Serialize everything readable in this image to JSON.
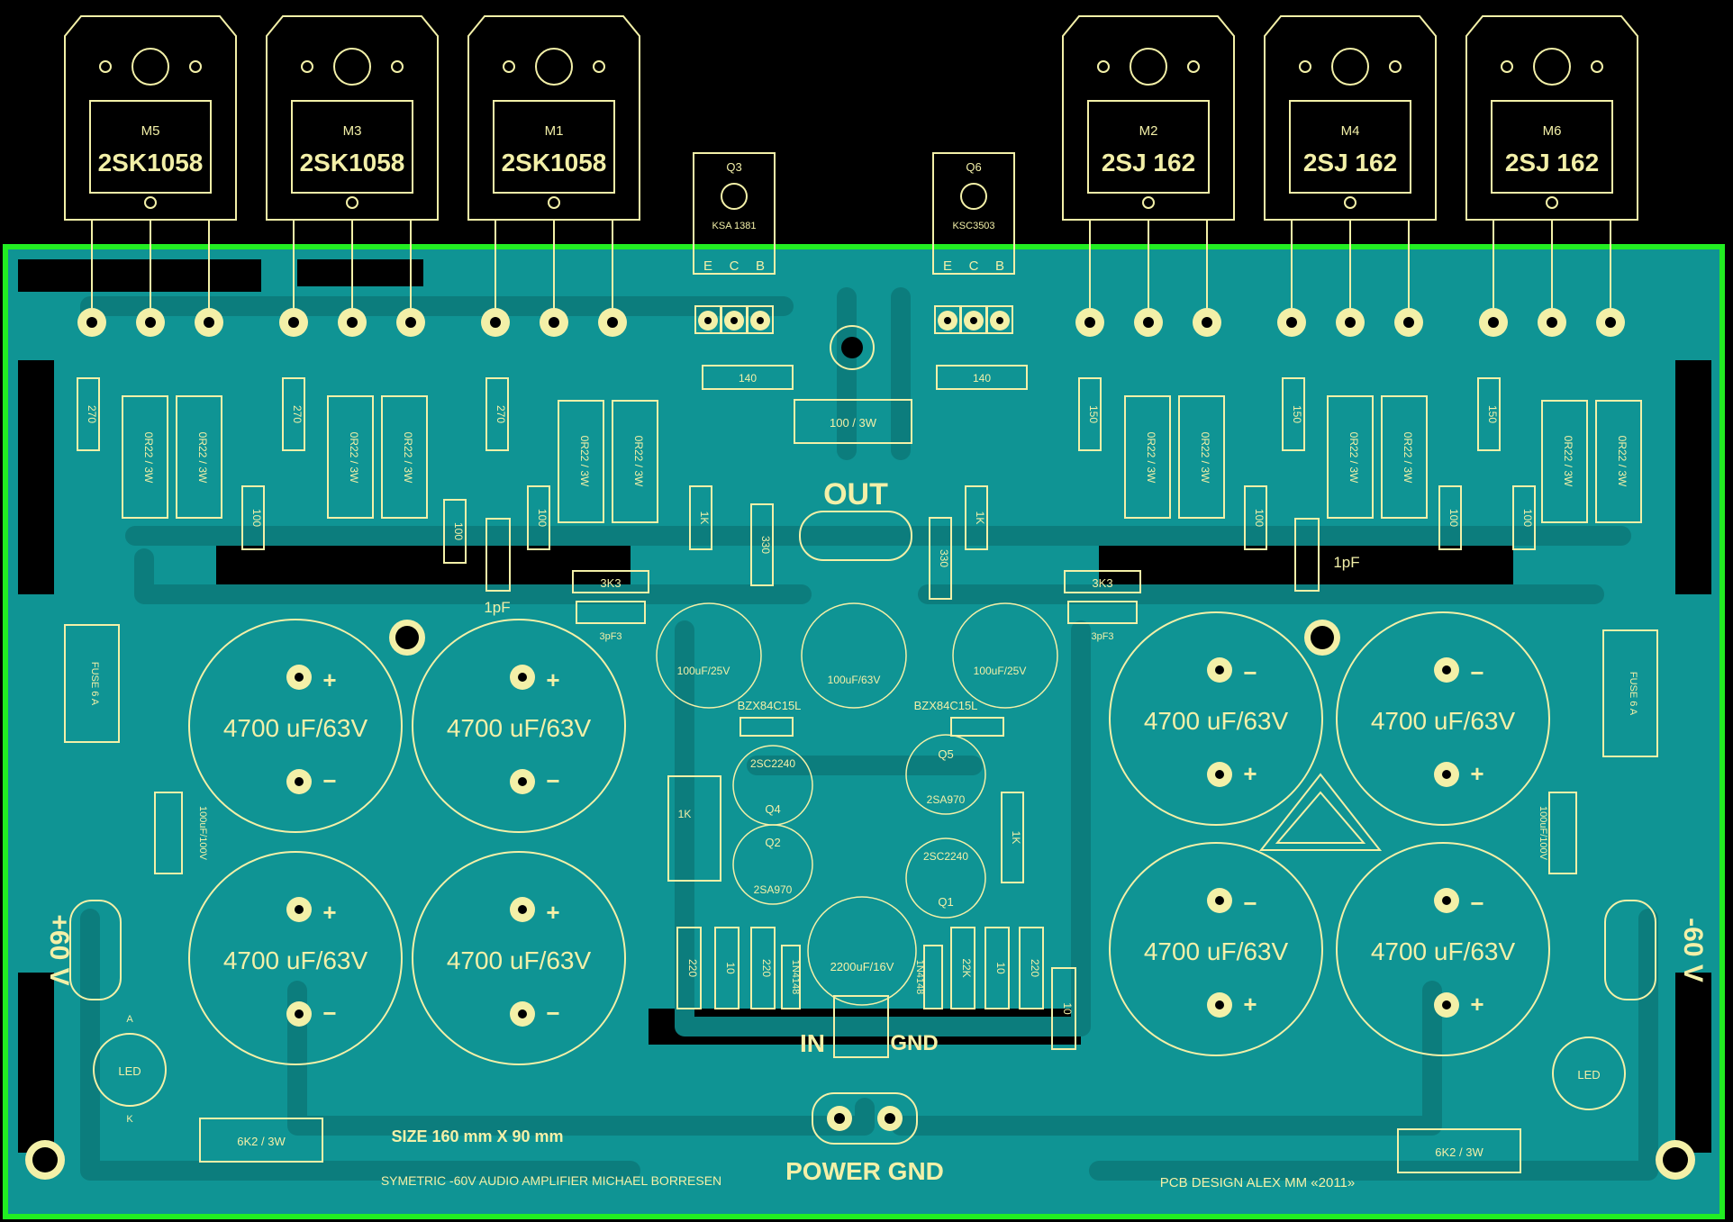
{
  "board": {
    "size_label": "SIZE 160 mm X 90 mm",
    "project_label": "SYMETRIC -60V AUDIO AMPLIFIER   MICHAEL BORRESEN",
    "design_label": "PCB DESIGN ALEX MM «2011»",
    "out_label": "OUT",
    "in_label": "IN",
    "gnd_label": "GND",
    "power_gnd_label": "POWER GND",
    "plus_rail_label": "+60 V",
    "minus_rail_label": "-60 V",
    "colors": {
      "board": "#0f9494",
      "trace": "#0c7d7d",
      "silk": "#f3f0a8",
      "outline": "#22ee22"
    }
  },
  "transistors": [
    {
      "ref": "M5",
      "part": "2SK1058"
    },
    {
      "ref": "M3",
      "part": "2SK1058"
    },
    {
      "ref": "M1",
      "part": "2SK1058"
    },
    {
      "ref": "M2",
      "part": "2SJ 162"
    },
    {
      "ref": "M4",
      "part": "2SJ 162"
    },
    {
      "ref": "M6",
      "part": "2SJ 162"
    }
  ],
  "drivers": [
    {
      "ref": "Q3",
      "part": "KSA 1381",
      "pins": [
        "E",
        "C",
        "B"
      ]
    },
    {
      "ref": "Q6",
      "part": "KSC3503",
      "pins": [
        "E",
        "C",
        "B"
      ]
    }
  ],
  "capacitors_big": {
    "value": "4700 uF/63V"
  },
  "small_parts": {
    "r270": "270",
    "r150": "150",
    "r022": "0R22 / 3W",
    "r100": "100",
    "r3k3": "3K3",
    "c3p3": "3pF3",
    "c1p": "1pF",
    "r140": "140",
    "r100_3w": "100 / 3W",
    "r1k": "1K",
    "r330": "330",
    "c100u25": "100uF/25V",
    "c100u63": "100uF/63V",
    "zener": "BZX84C15L",
    "q4": "2SC2240",
    "q4r": "Q4",
    "q2": "2SA970",
    "q2r": "Q2",
    "q5": "Q5",
    "q5p": "2SA970",
    "q1": "2SC2240",
    "q1r": "Q1",
    "pot": "1K",
    "r220": "220",
    "r10": "10",
    "r1k_v": "1K",
    "c2200": "2200uF/16V",
    "d1": "1N4148",
    "d2": "1N4148",
    "r22k": "22K",
    "fuse": "FUSE 6 A",
    "c100u100": "100uF/100V",
    "led": "LED",
    "r6k2": "6K2 / 3W",
    "pin_a": "A",
    "pin_k": "K",
    "plus": "+",
    "minus": "−"
  }
}
